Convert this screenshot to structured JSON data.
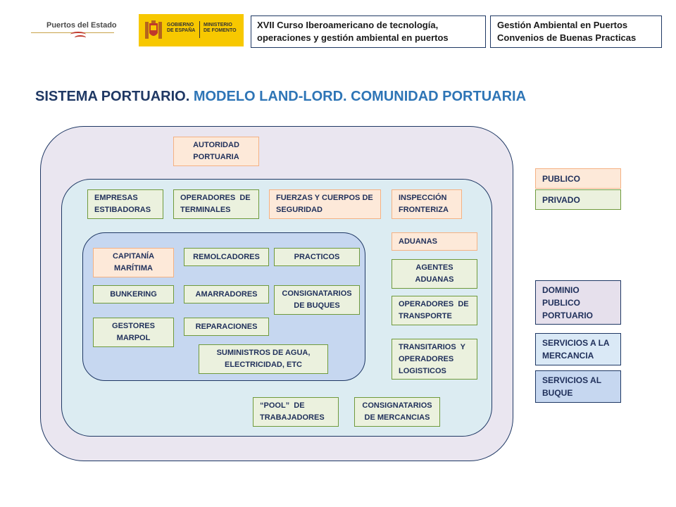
{
  "header": {
    "logo_puertos": "Puertos del Estado",
    "logo_gobierno_1": "GOBIERNO\nDE ESPAÑA",
    "logo_gobierno_2": "MINISTERIO\nDE FOMENTO",
    "course_line1": "XVII Curso Iberoamericano de tecnología,",
    "course_line2": "operaciones y gestión ambiental en puertos",
    "topic_line1": "Gestión Ambiental en Puertos",
    "topic_line2": "Convenios de Buenas Practicas"
  },
  "title": {
    "part1": "SISTEMA PORTUARIO.",
    "part2": "MODELO LAND-LORD. COMUNIDAD PORTUARIA"
  },
  "colors": {
    "publico_fill": "#fde9d9",
    "privado_fill": "#ebf1de",
    "dominio_fill": "#e6e0ec",
    "servicios_mercancia_fill": "#dae9f6",
    "servicios_buque_fill": "#c6d7f0",
    "title_dark": "#1f3864",
    "title_blue": "#2e75b6"
  },
  "diagram": {
    "autoridad": [
      "AUTORIDAD",
      "PORTUARIA"
    ],
    "empresas": [
      "EMPRESAS",
      "ESTIBADORAS"
    ],
    "operadores_terminales": [
      "OPERADORES  DE",
      "TERMINALES"
    ],
    "fuerzas": [
      "FUERZAS Y CUERPOS DE",
      "SEGURIDAD"
    ],
    "inspeccion": [
      "INSPECCIÓN",
      "FRONTERIZA"
    ],
    "aduanas": "ADUANAS",
    "capitania": [
      "CAPITANÍA",
      "MARÍTIMA"
    ],
    "remolcadores": "REMOLCADORES",
    "practicos": "PRACTICOS",
    "bunkering": "BUNKERING",
    "amarradores": "AMARRADORES",
    "consignatarios_buques": [
      "CONSIGNATARIOS",
      "DE BUQUES"
    ],
    "gestores": [
      "GESTORES",
      "MARPOL"
    ],
    "reparaciones": "REPARACIONES",
    "suministros": [
      "SUMINISTROS DE AGUA,",
      "ELECTRICIDAD, ETC"
    ],
    "agentes_aduanas": [
      "AGENTES",
      "ADUANAS"
    ],
    "operadores_transporte": [
      "OPERADORES  DE",
      "TRANSPORTE"
    ],
    "transitarios": [
      "TRANSITARIOS  Y",
      "OPERADORES",
      "LOGISTICOS"
    ],
    "pool": [
      "“POOL”  DE",
      "TRABAJADORES"
    ],
    "consignatarios_mercancias": [
      "CONSIGNATARIOS",
      "DE MERCANCIAS"
    ]
  },
  "legend": {
    "publico": "PUBLICO",
    "privado": "PRIVADO",
    "dominio": [
      "DOMINIO",
      "PUBLICO",
      "PORTUARIO"
    ],
    "servicios_mercancia": [
      "SERVICIOS A LA",
      "MERCANCIA"
    ],
    "servicios_buque": [
      "SERVICIOS AL",
      "BUQUE"
    ]
  }
}
